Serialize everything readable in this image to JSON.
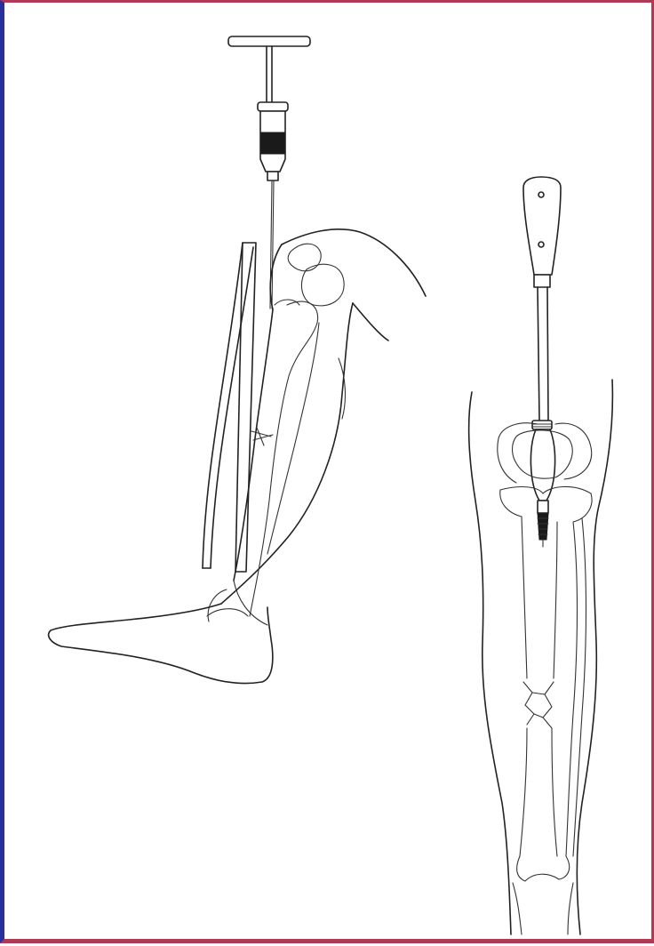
{
  "figure": {
    "border_colors": {
      "left": "#2a2f9e",
      "top": "#b03a55"
    },
    "line_color": "#222222",
    "panels": [
      {
        "id": "lateral-view",
        "depicts": "leg-syringe-splint"
      },
      {
        "id": "frontal-view",
        "depicts": "leg-intraosseous-device"
      }
    ]
  }
}
